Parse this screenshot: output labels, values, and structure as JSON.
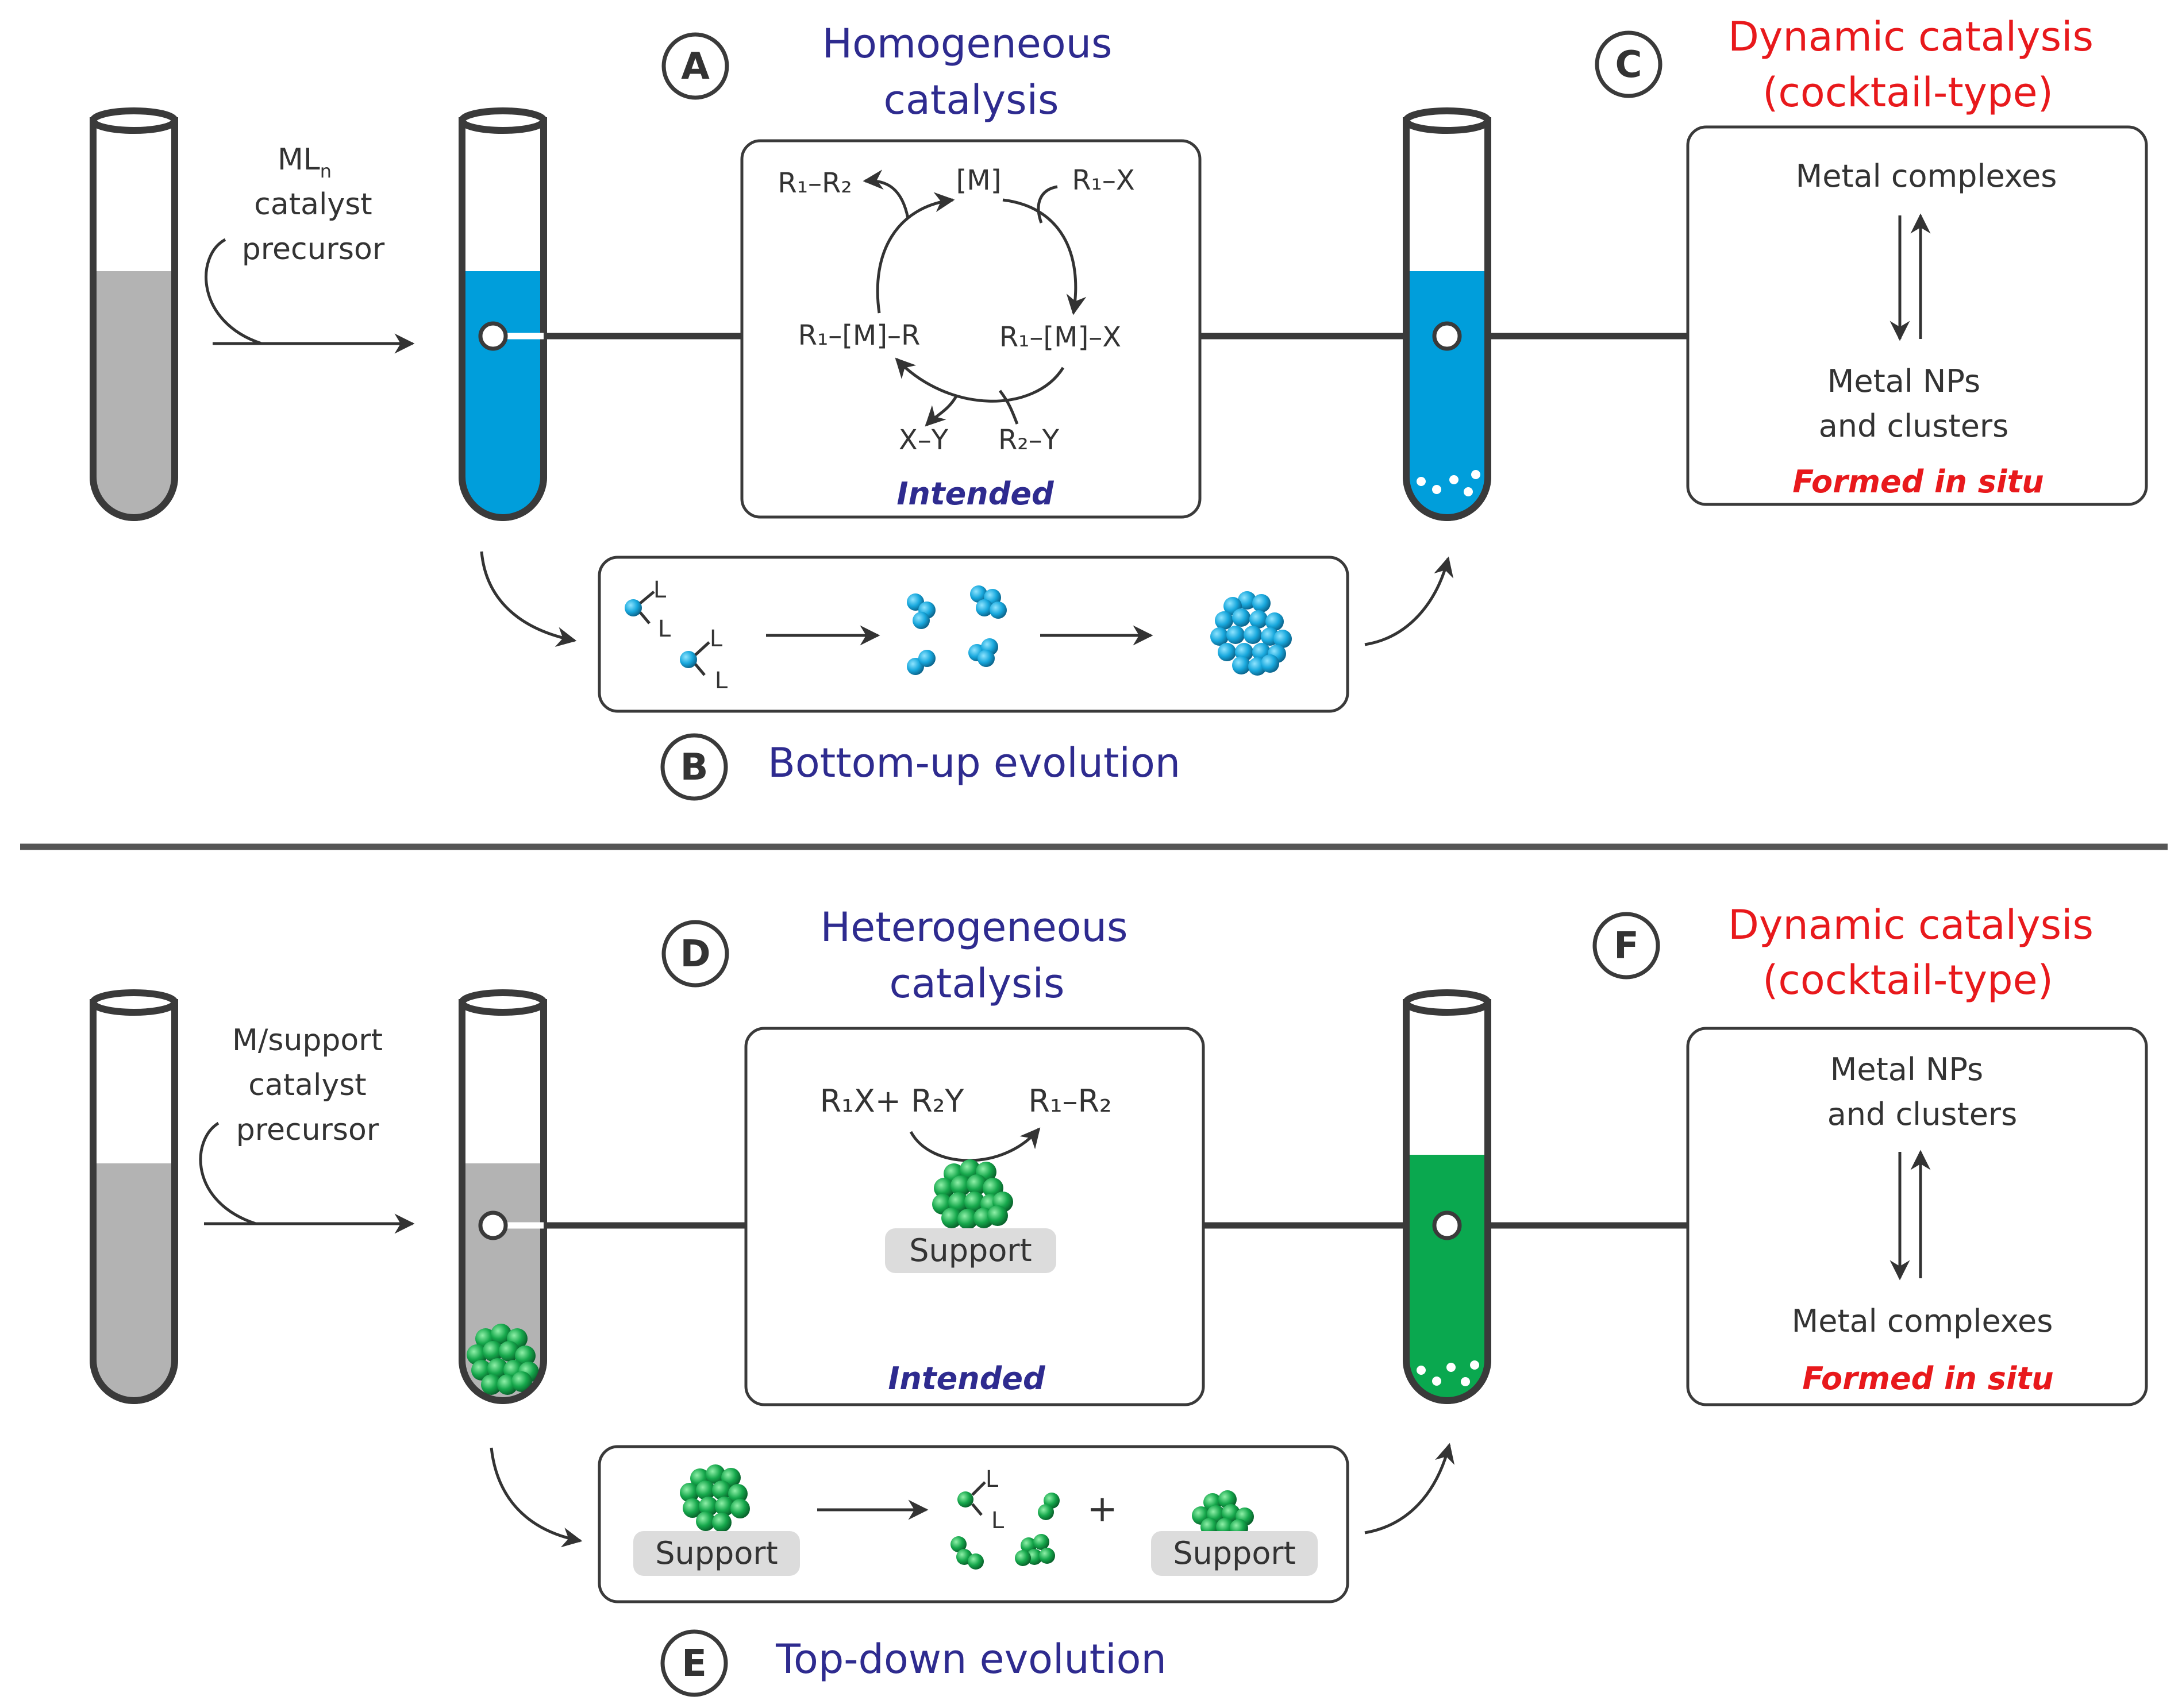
{
  "panels": {
    "A": {
      "letter": "A",
      "title_line1": "Homogeneous",
      "title_line2": "catalysis",
      "cycle": {
        "top": "[M]",
        "product": "R₁–R₂",
        "reactant": "R₁–X",
        "left_intermediate": "R₁–[M]–R",
        "right_intermediate": "R₁–[M]–X",
        "byproduct": "X–Y",
        "reagent": "R₂–Y"
      },
      "note": "Intended"
    },
    "B": {
      "letter": "B",
      "title": "Bottom-up evolution",
      "ligand": "L"
    },
    "C": {
      "letter": "C",
      "title_line1": "Dynamic catalysis",
      "title_line2": "(cocktail-type)",
      "top_line": "Metal complexes",
      "bottom_line1": "Metal  NPs",
      "bottom_line2": "and clusters",
      "note": "Formed in situ"
    },
    "D": {
      "letter": "D",
      "title_line1": "Heterogeneous",
      "title_line2": "catalysis",
      "reaction_left": "R₁X+ R₂Y",
      "reaction_right": "R₁–R₂",
      "support": "Support",
      "note": "Intended"
    },
    "E": {
      "letter": "E",
      "title": "Top-down evolution",
      "support": "Support",
      "plus": "+",
      "ligand": "L"
    },
    "F": {
      "letter": "F",
      "title_line1": "Dynamic catalysis",
      "title_line2": "(cocktail-type)",
      "top_line1": "Metal  NPs",
      "top_line2": "and clusters",
      "bottom_line": "Metal complexes",
      "note": "Formed in situ"
    }
  },
  "precursor_top": {
    "line1_main": "ML",
    "line1_sub": "n",
    "line2": "catalyst",
    "line3": "precursor"
  },
  "precursor_bottom": {
    "line1": "M/support",
    "line2": "catalyst",
    "line3": "precursor"
  },
  "colors": {
    "solution_gray": "#b3b3b3",
    "solution_blue": "#009edb",
    "solution_green": "#0aa84f",
    "title_blue": "#2e2b8f",
    "title_red": "#e8191c",
    "outline": "#3a3a3a"
  }
}
